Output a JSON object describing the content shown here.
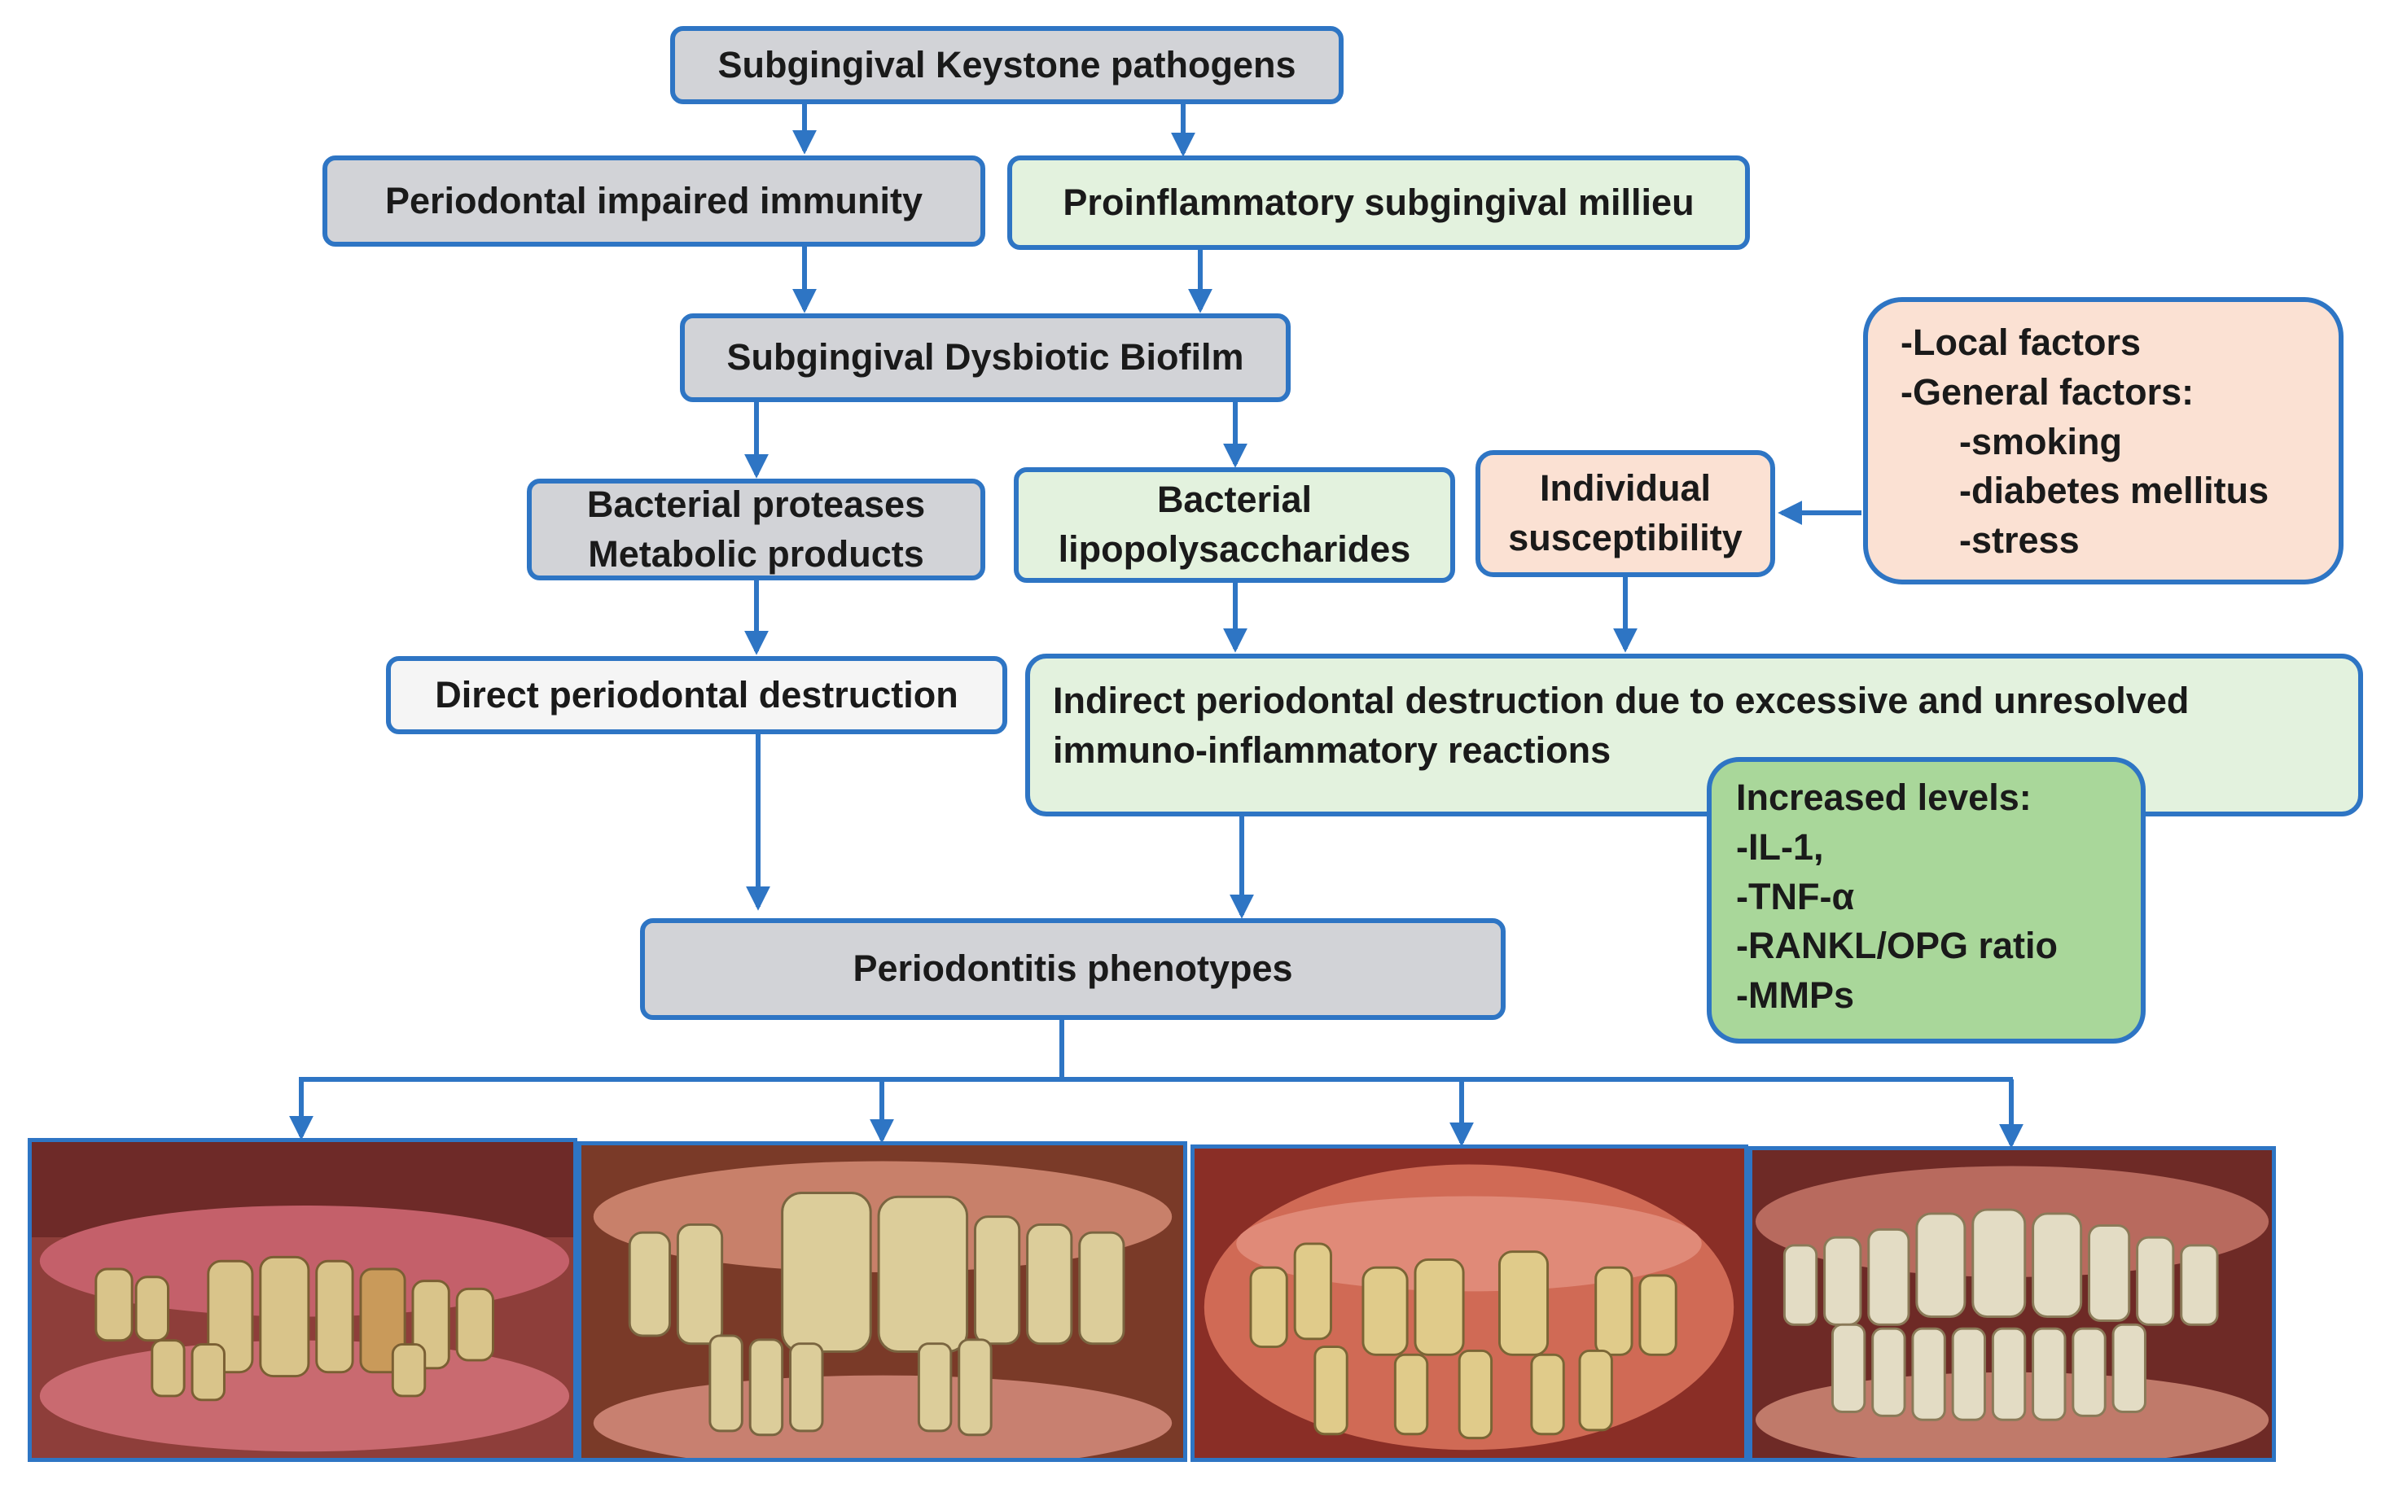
{
  "boxes": {
    "keystone": "Subgingival Keystone pathogens",
    "impaired_immunity": "Periodontal impaired  immunity",
    "proinflammatory": "Proinflammatory subgingival millieu",
    "dysbiotic": "Subgingival Dysbiotic Biofilm",
    "proteases": [
      "Bacterial proteases",
      "Metabolic products"
    ],
    "lps": [
      "Bacterial",
      "lipopolysaccharides"
    ],
    "susceptibility": [
      "Individual",
      "susceptibility"
    ],
    "factors": [
      "-Local factors",
      "-General factors:",
      "-smoking",
      "-diabetes mellitus",
      "-stress"
    ],
    "direct": "Direct periodontal destruction",
    "indirect": [
      "Indirect periodontal destruction due to excessive and unresolved",
      "immuno-inflammatory  reactions"
    ],
    "increased": [
      "Increased levels:",
      "-IL-1,",
      "-TNF-α",
      "-RANKL/OPG ratio",
      "-MMPs"
    ],
    "phenotypes": "Periodontitis phenotypes"
  },
  "colors": {
    "border": "#2e75c4",
    "gray_fill": "#d2d3d7",
    "light_green_fill": "#e3f2de",
    "peach_fill": "#fbe1d3",
    "green_fill": "#a9d79a"
  },
  "photos": [
    "clinical-photo-1",
    "clinical-photo-2",
    "clinical-photo-3",
    "clinical-photo-4"
  ]
}
